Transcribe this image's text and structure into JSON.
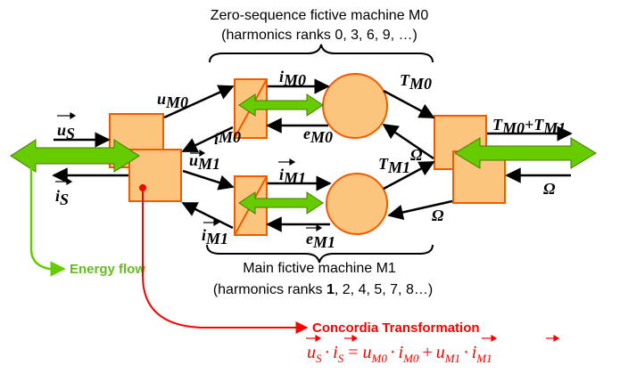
{
  "m0_title": "Zero-sequence fictive machine M0",
  "m0_ranks": "(harmonics ranks 0, 3, 6, 9, …)",
  "m1_title": "Main fictive machine M1",
  "m1_ranks_prefix": "(harmonics ranks ",
  "m1_ranks_bold": "1",
  "m1_ranks_rest": ", 2, 4, 5, 7, 8…)",
  "labels": {
    "u": "u",
    "i": "i",
    "e": "e",
    "T": "T",
    "omega": "Ω",
    "plus": "+",
    "sub_S": "S",
    "sub_M0": "M0",
    "sub_M1": "M1"
  },
  "legend": {
    "energy_flow": "Energy flow",
    "concordia": "Concordia Transformation"
  },
  "formula": {
    "dot": "·",
    "eq": "=",
    "plus": "+"
  },
  "colors": {
    "block_fill": "#fbc57d",
    "block_stroke": "#f25a00",
    "energy_arrow": "#66cc00",
    "energy_text": "#66bb22",
    "concordia": "#ff0000"
  }
}
